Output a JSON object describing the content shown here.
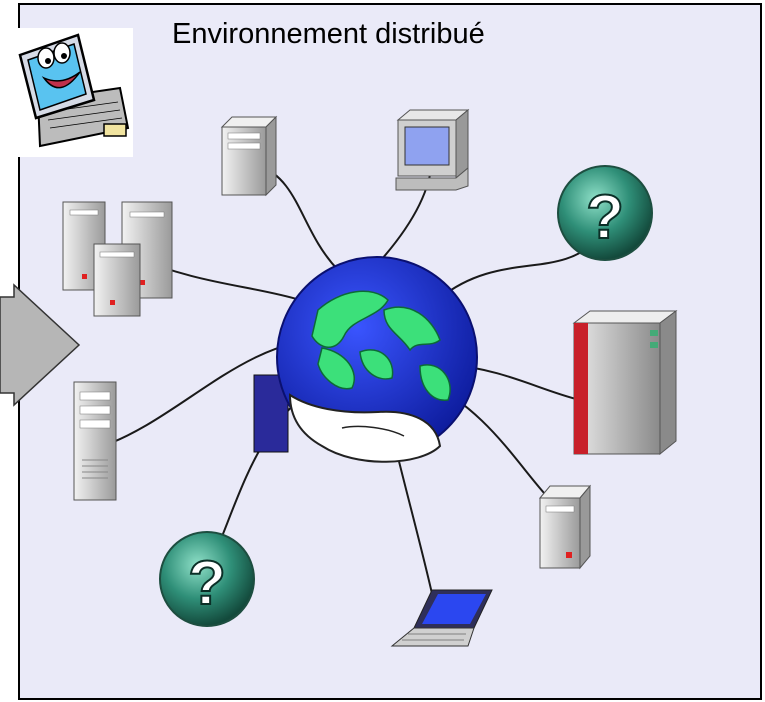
{
  "title": "Environnement distribué",
  "icons": {
    "mascot": "smiling-computer-mascot",
    "arrow": "gray-right-arrow",
    "globe": "globe-in-hand",
    "unknown": "question-mark-ball",
    "server": "tower-server",
    "cluster": "server-cluster",
    "monitor": "desktop-monitor",
    "laptop": "laptop",
    "mainframe": "red-mainframe-cabinet"
  },
  "colors": {
    "panel": "#eaeaf8",
    "ocean": "#1a2fc8",
    "land": "#3ce07a",
    "question_ball": "#2f8f78",
    "server_light": "#d8d8d8",
    "status_red": "#e02020",
    "mainframe_red": "#c8202a"
  }
}
